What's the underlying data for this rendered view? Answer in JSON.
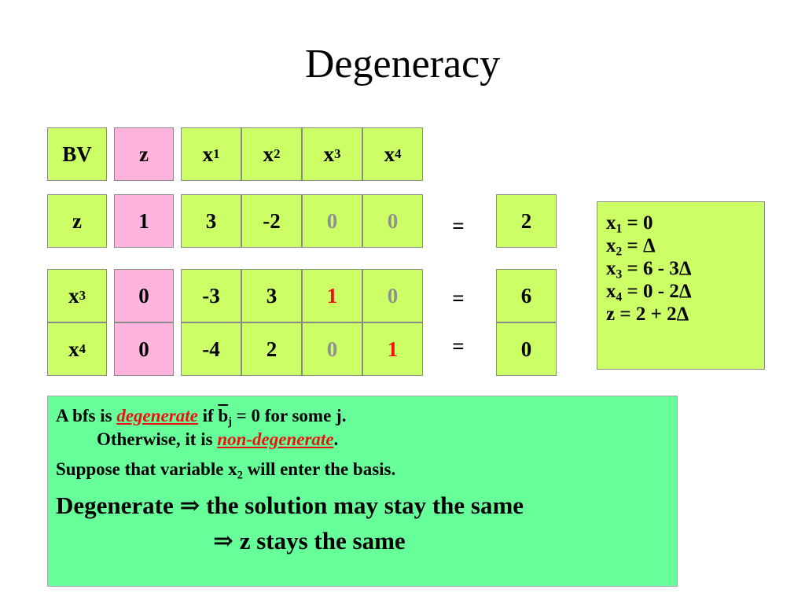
{
  "title": "Degeneracy",
  "tableau": {
    "header": {
      "bv": "BV",
      "z": "z",
      "x1": "x",
      "x2": "x",
      "x3": "x",
      "x4": "x",
      "s1": "1",
      "s2": "2",
      "s3": "3",
      "s4": "4"
    },
    "row_z": {
      "bv": "z",
      "z": "1",
      "x1": "3",
      "x2": "-2",
      "x3": "0",
      "x4": "0",
      "eq": "=",
      "rhs": "2"
    },
    "row_x3": {
      "bv": "x",
      "bv_sub": "3",
      "z": "0",
      "x1": "-3",
      "x2": "3",
      "x3": "1",
      "x4": "0",
      "eq": "=",
      "rhs": "6"
    },
    "row_x4": {
      "bv": "x",
      "bv_sub": "4",
      "z": "0",
      "x1": "-4",
      "x2": "2",
      "x3": "0",
      "x4": "1",
      "eq": "=",
      "rhs": "0"
    },
    "colors": {
      "cell_green": "#ccff66",
      "cell_pink": "#ffb3dd",
      "zero_grey": "#909090",
      "pivot_red": "#ee1111"
    }
  },
  "solution": [
    {
      "var": "x",
      "sub": "1",
      "rest": " = 0"
    },
    {
      "var": "x",
      "sub": "2",
      "rest": " = Δ"
    },
    {
      "var": "x",
      "sub": "3",
      "rest": " = 6 - 3Δ"
    },
    {
      "var": "x",
      "sub": "4",
      "rest": " = 0 - 2Δ"
    },
    {
      "var": "z",
      "sub": "",
      "rest": " =  2 + 2Δ"
    }
  ],
  "note": {
    "l1_a": "A bfs is ",
    "l1_emph": "degenerate",
    "l1_b": " if   ",
    "l1_bbar": "b",
    "l1_sub": "j",
    "l1_c": " = 0 for some j.",
    "l2_a": "Otherwise, it is ",
    "l2_emph": "non-degenerate",
    "l2_b": ".",
    "l3_a": "Suppose that variable x",
    "l3_sub": "2",
    "l3_b": " will enter the basis.",
    "l4": "Degenerate ⇒ the solution may stay the same",
    "l5": "⇒ z stays the same",
    "bg_color": "#66ff99",
    "emph_color": "#ee1111"
  }
}
